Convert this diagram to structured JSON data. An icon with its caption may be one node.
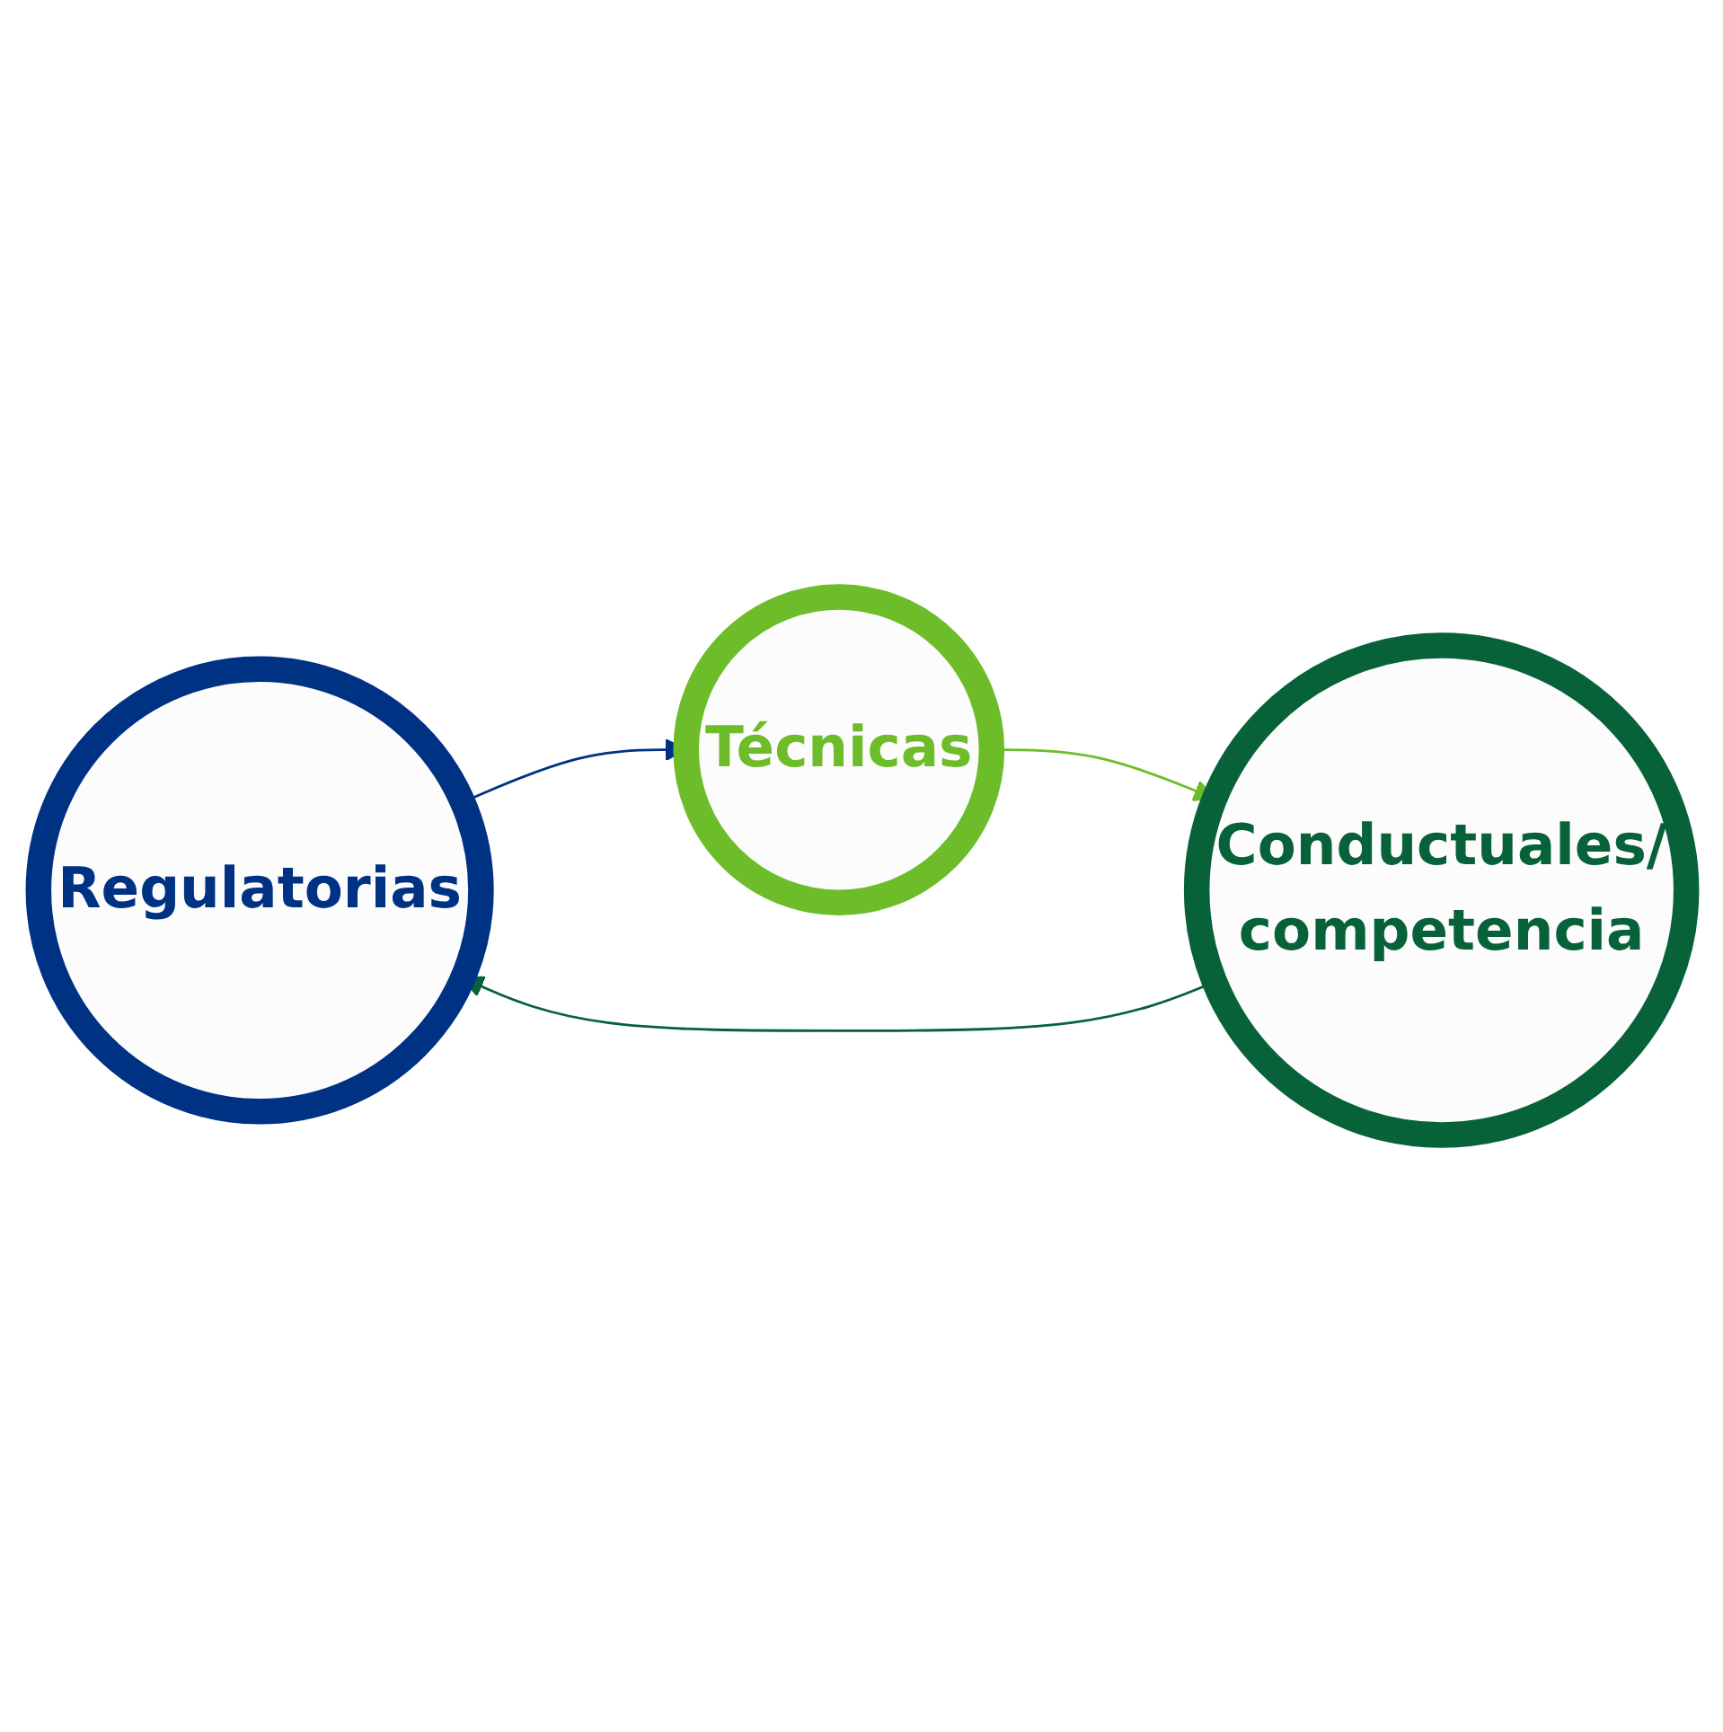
{
  "diagram": {
    "nodes": [
      {
        "text": [
          "Regulatorias"
        ]
      },
      {
        "text": [
          "Técnicas"
        ]
      },
      {
        "text": [
          "Conductuales/ competencia"
        ]
      }
    ],
    "edges": [
      {
        "from": 0,
        "to": 1,
        "arrow": "to",
        "color": "#003283"
      },
      {
        "from": 1,
        "to": 2,
        "arrow": "to",
        "color": "#6dbd2a"
      },
      {
        "from": 2,
        "to": 0,
        "arrow": "to",
        "color": "#07623a"
      }
    ]
  }
}
